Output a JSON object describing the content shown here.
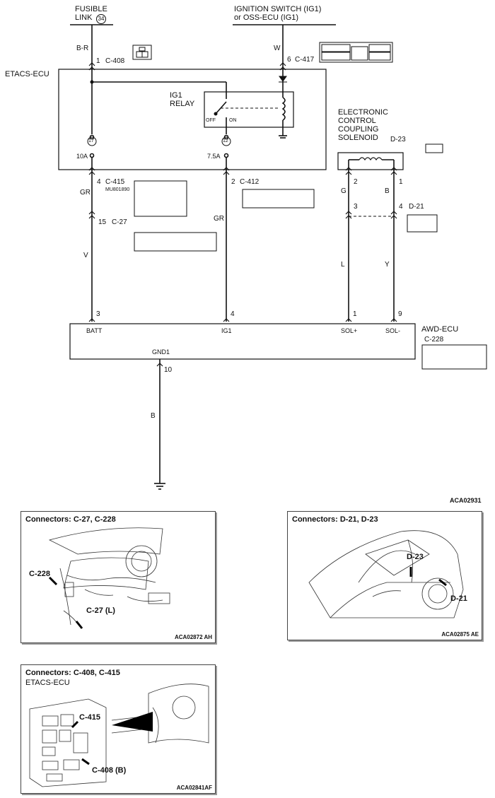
{
  "header": {
    "fusible_link_line1": "FUSIBLE",
    "fusible_link_line2": "LINK",
    "fusible_link_num": "34",
    "ign_line1": "IGNITION SWITCH (IG1)",
    "ign_line2": "or OSS-ECU (IG1)"
  },
  "wires": {
    "br": "B-R",
    "w": "W",
    "gr_left": "GR",
    "v": "V",
    "gr_mid": "GR",
    "g": "G",
    "b_right": "B",
    "l": "L",
    "y": "Y",
    "b_gnd": "B"
  },
  "connectors": {
    "c408": "C-408",
    "c408_pin": "1",
    "c417": "C-417",
    "c417_pin": "6",
    "c415": "C-415",
    "c415_pin": "4",
    "c415_part": "MU801890",
    "c27": "C-27",
    "c27_pin": "15",
    "c412": "C-412",
    "c412_pin": "2",
    "d23": "D-23",
    "d21": "D-21",
    "d21_pin_l": "3",
    "d21_pin_r": "4",
    "c228": "C-228",
    "sol_pin_l": "2",
    "sol_pin_r": "1"
  },
  "etacs": {
    "label": "ETACS-ECU",
    "relay_line1": "IG1",
    "relay_line2": "RELAY",
    "off": "OFF",
    "on": "ON",
    "fuse17_num": "17",
    "fuse17_amp": "10A",
    "fuse12_num": "12",
    "fuse12_amp": "7.5A"
  },
  "solenoid": {
    "line1": "ELECTRONIC",
    "line2": "CONTROL",
    "line3": "COUPLING",
    "line4": "SOLENOID"
  },
  "awd": {
    "label": "AWD-ECU",
    "batt": "BATT",
    "batt_pin": "3",
    "ig1": "IG1",
    "ig1_pin": "4",
    "solp": "SOL+",
    "solp_pin": "1",
    "soln": "SOL-",
    "soln_pin": "9",
    "gnd": "GND1",
    "gnd_pin": "10"
  },
  "diagram_code": "ACA02931",
  "panels": {
    "p1": {
      "title": "Connectors: C-27, C-228",
      "code": "ACA02872 AH",
      "c228": "C-228",
      "c27": "C-27 (L)"
    },
    "p2": {
      "title": "Connectors: D-21, D-23",
      "code": "ACA02875 AE",
      "d23": "D-23",
      "d21": "D-21"
    },
    "p3": {
      "title": "Connectors: C-408, C-415",
      "subtitle": "ETACS-ECU",
      "code": "ACA02841AF",
      "c415": "C-415",
      "c408": "C-408 (B)"
    }
  }
}
